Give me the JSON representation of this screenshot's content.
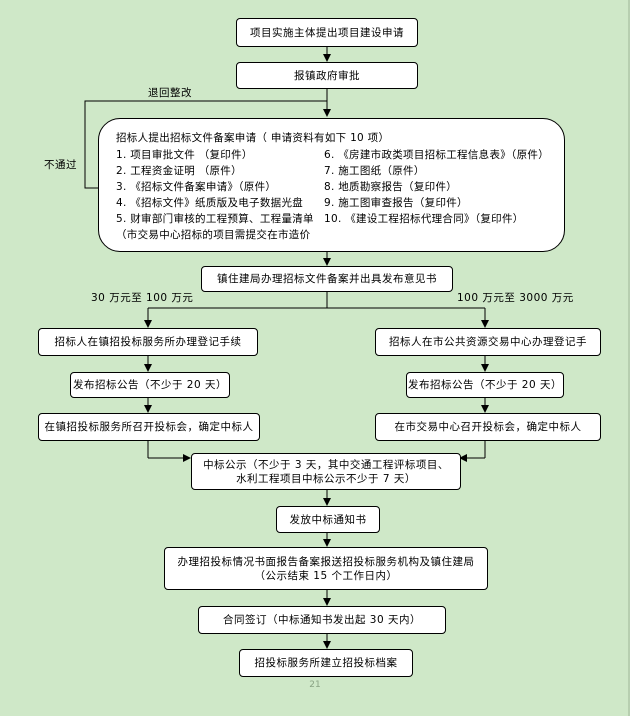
{
  "flow": {
    "step1": "项目实施主体提出项目建设申请",
    "step2": "报镇政府审批",
    "loop_back": "退回整改",
    "not_pass": "不通过",
    "filing": {
      "title": "招标人提出招标文件备案申请（ 申请资料有如下 10 项）",
      "left_items": [
        "1.  项目审批文件 （复印件）",
        "2.  工程资金证明 （原件）",
        "3.  《招标文件备案申请》（原件）",
        "4.  《招标文件》纸质版及电子数据光盘",
        "5.  财审部门审核的工程预算、工程量清单"
      ],
      "right_items": [
        "6.  《房建市政类项目招标工程信息表》（原件）",
        "7.  施工图纸（原件）",
        "8.  地质勘察报告（复印件）",
        "9.  施工图审查报告（复印件）",
        "10.  《建设工程招标代理合同》（复印件）"
      ],
      "note": "（市交易中心招标的项目需提交在市造价"
    },
    "review": "镇住建局办理招标文件备案并出具发布意见书",
    "range_left": "30 万元至 100 万元",
    "range_right": "100 万元至 3000 万元",
    "left_register": "招标人在镇招投标服务所办理登记手续",
    "right_register": "招标人在市公共资源交易中心办理登记手",
    "left_announce": "发布招标公告（不少于 20 天）",
    "right_announce": "发布招标公告（不少于 20 天）",
    "left_open": "在镇招投标服务所召开投标会，确定中标人",
    "right_open": "在市交易中心召开投标会，确定中标人",
    "publicity_line1": "中标公示（不少于 3 天，其中交通工程评标项目、",
    "publicity_line2": "水利工程项目中标公示不少于 7 天）",
    "notice": "发放中标通知书",
    "report_line1": "办理招投标情况书面报告备案报送招投标服务机构及镇住建局",
    "report_line2": "（公示结束 15 个工作日内）",
    "contract": "合同签订（中标通知书发出起 30 天内）",
    "archive": "招投标服务所建立招投标档案"
  },
  "page_number": "21"
}
